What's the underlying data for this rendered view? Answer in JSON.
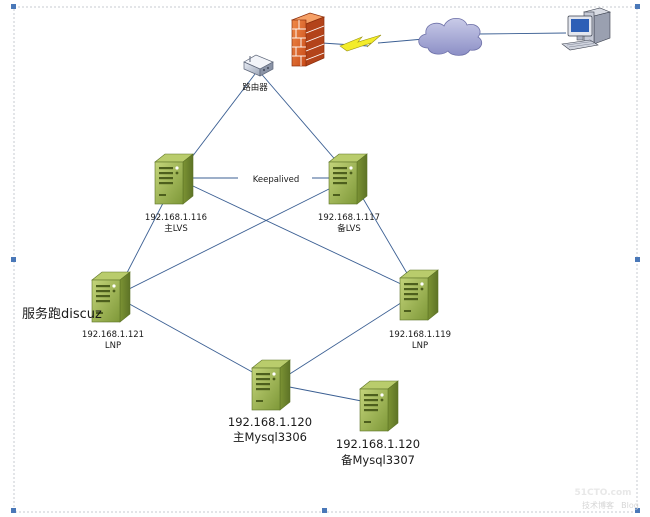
{
  "router": {
    "label": "路由器",
    "icon": "router-icon"
  },
  "firewall": {
    "icon": "firewall-icon"
  },
  "internet": {
    "icon": "cloud-icon",
    "link_icon": "lightning-bolt-icon"
  },
  "client": {
    "icon": "desktop-computer-icon"
  },
  "keepalived_label": "Keepalived",
  "servers": {
    "lvs_master": {
      "ip": "192.168.1.116",
      "role": "主LVS"
    },
    "lvs_backup": {
      "ip": "192.168.1.117",
      "role": "备LVS"
    },
    "lnp_left": {
      "ip": "192.168.1.121",
      "role": "LNP"
    },
    "lnp_right": {
      "ip": "192.168.1.119",
      "role": "LNP"
    },
    "mysql_master": {
      "ip": "192.168.1.120",
      "role": "主Mysql3306"
    },
    "mysql_backup": {
      "ip": "192.168.1.120",
      "role": "备Mysql3307"
    }
  },
  "side_note": "服务跑discuz",
  "watermark": {
    "line1": "51CTO.com",
    "line2": "技术博客",
    "line3": "Blog"
  },
  "colors": {
    "link": "#3b5f93",
    "server_green": "#9ab24f",
    "firewall": "#e2612a",
    "cloud": "#a9acd8",
    "lightning": "#f3ec2a",
    "handle": "#4a78b8"
  }
}
